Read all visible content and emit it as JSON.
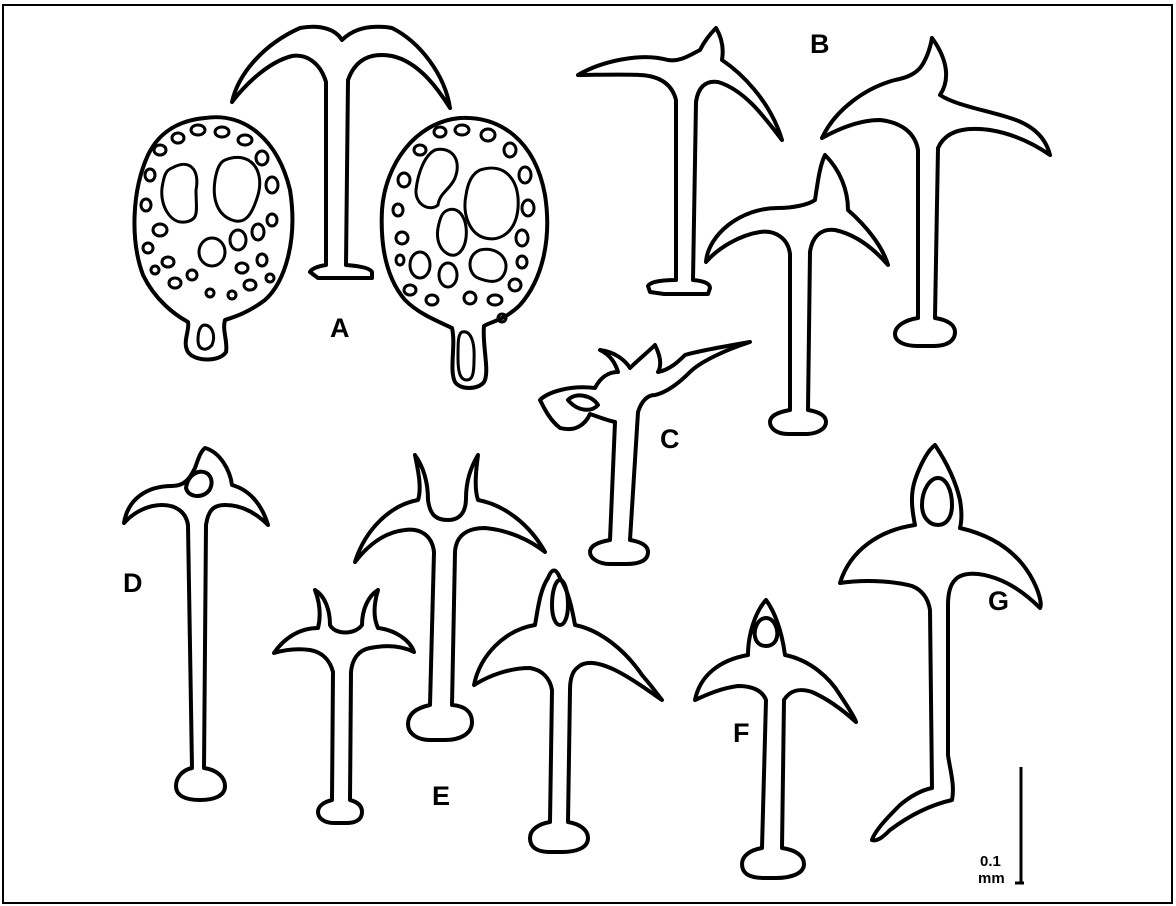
{
  "figure": {
    "labels": {
      "A": "A",
      "B": "B",
      "C": "C",
      "D": "D",
      "E": "E",
      "F": "F",
      "G": "G"
    },
    "scale_bar": {
      "value": "0.1",
      "unit": "mm"
    },
    "colors": {
      "ink": "#000000",
      "background": "#ffffff"
    }
  }
}
